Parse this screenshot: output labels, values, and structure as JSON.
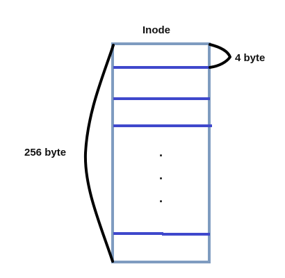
{
  "title": "Inode",
  "entry_size_label": "4 byte",
  "total_size_label": "256 byte",
  "ellipsis": [
    "·",
    "·",
    "·"
  ],
  "colors": {
    "box_border": "#7f9cc0",
    "entry_line": "#3f48cc",
    "brace": "#000000",
    "text": "#111111"
  }
}
